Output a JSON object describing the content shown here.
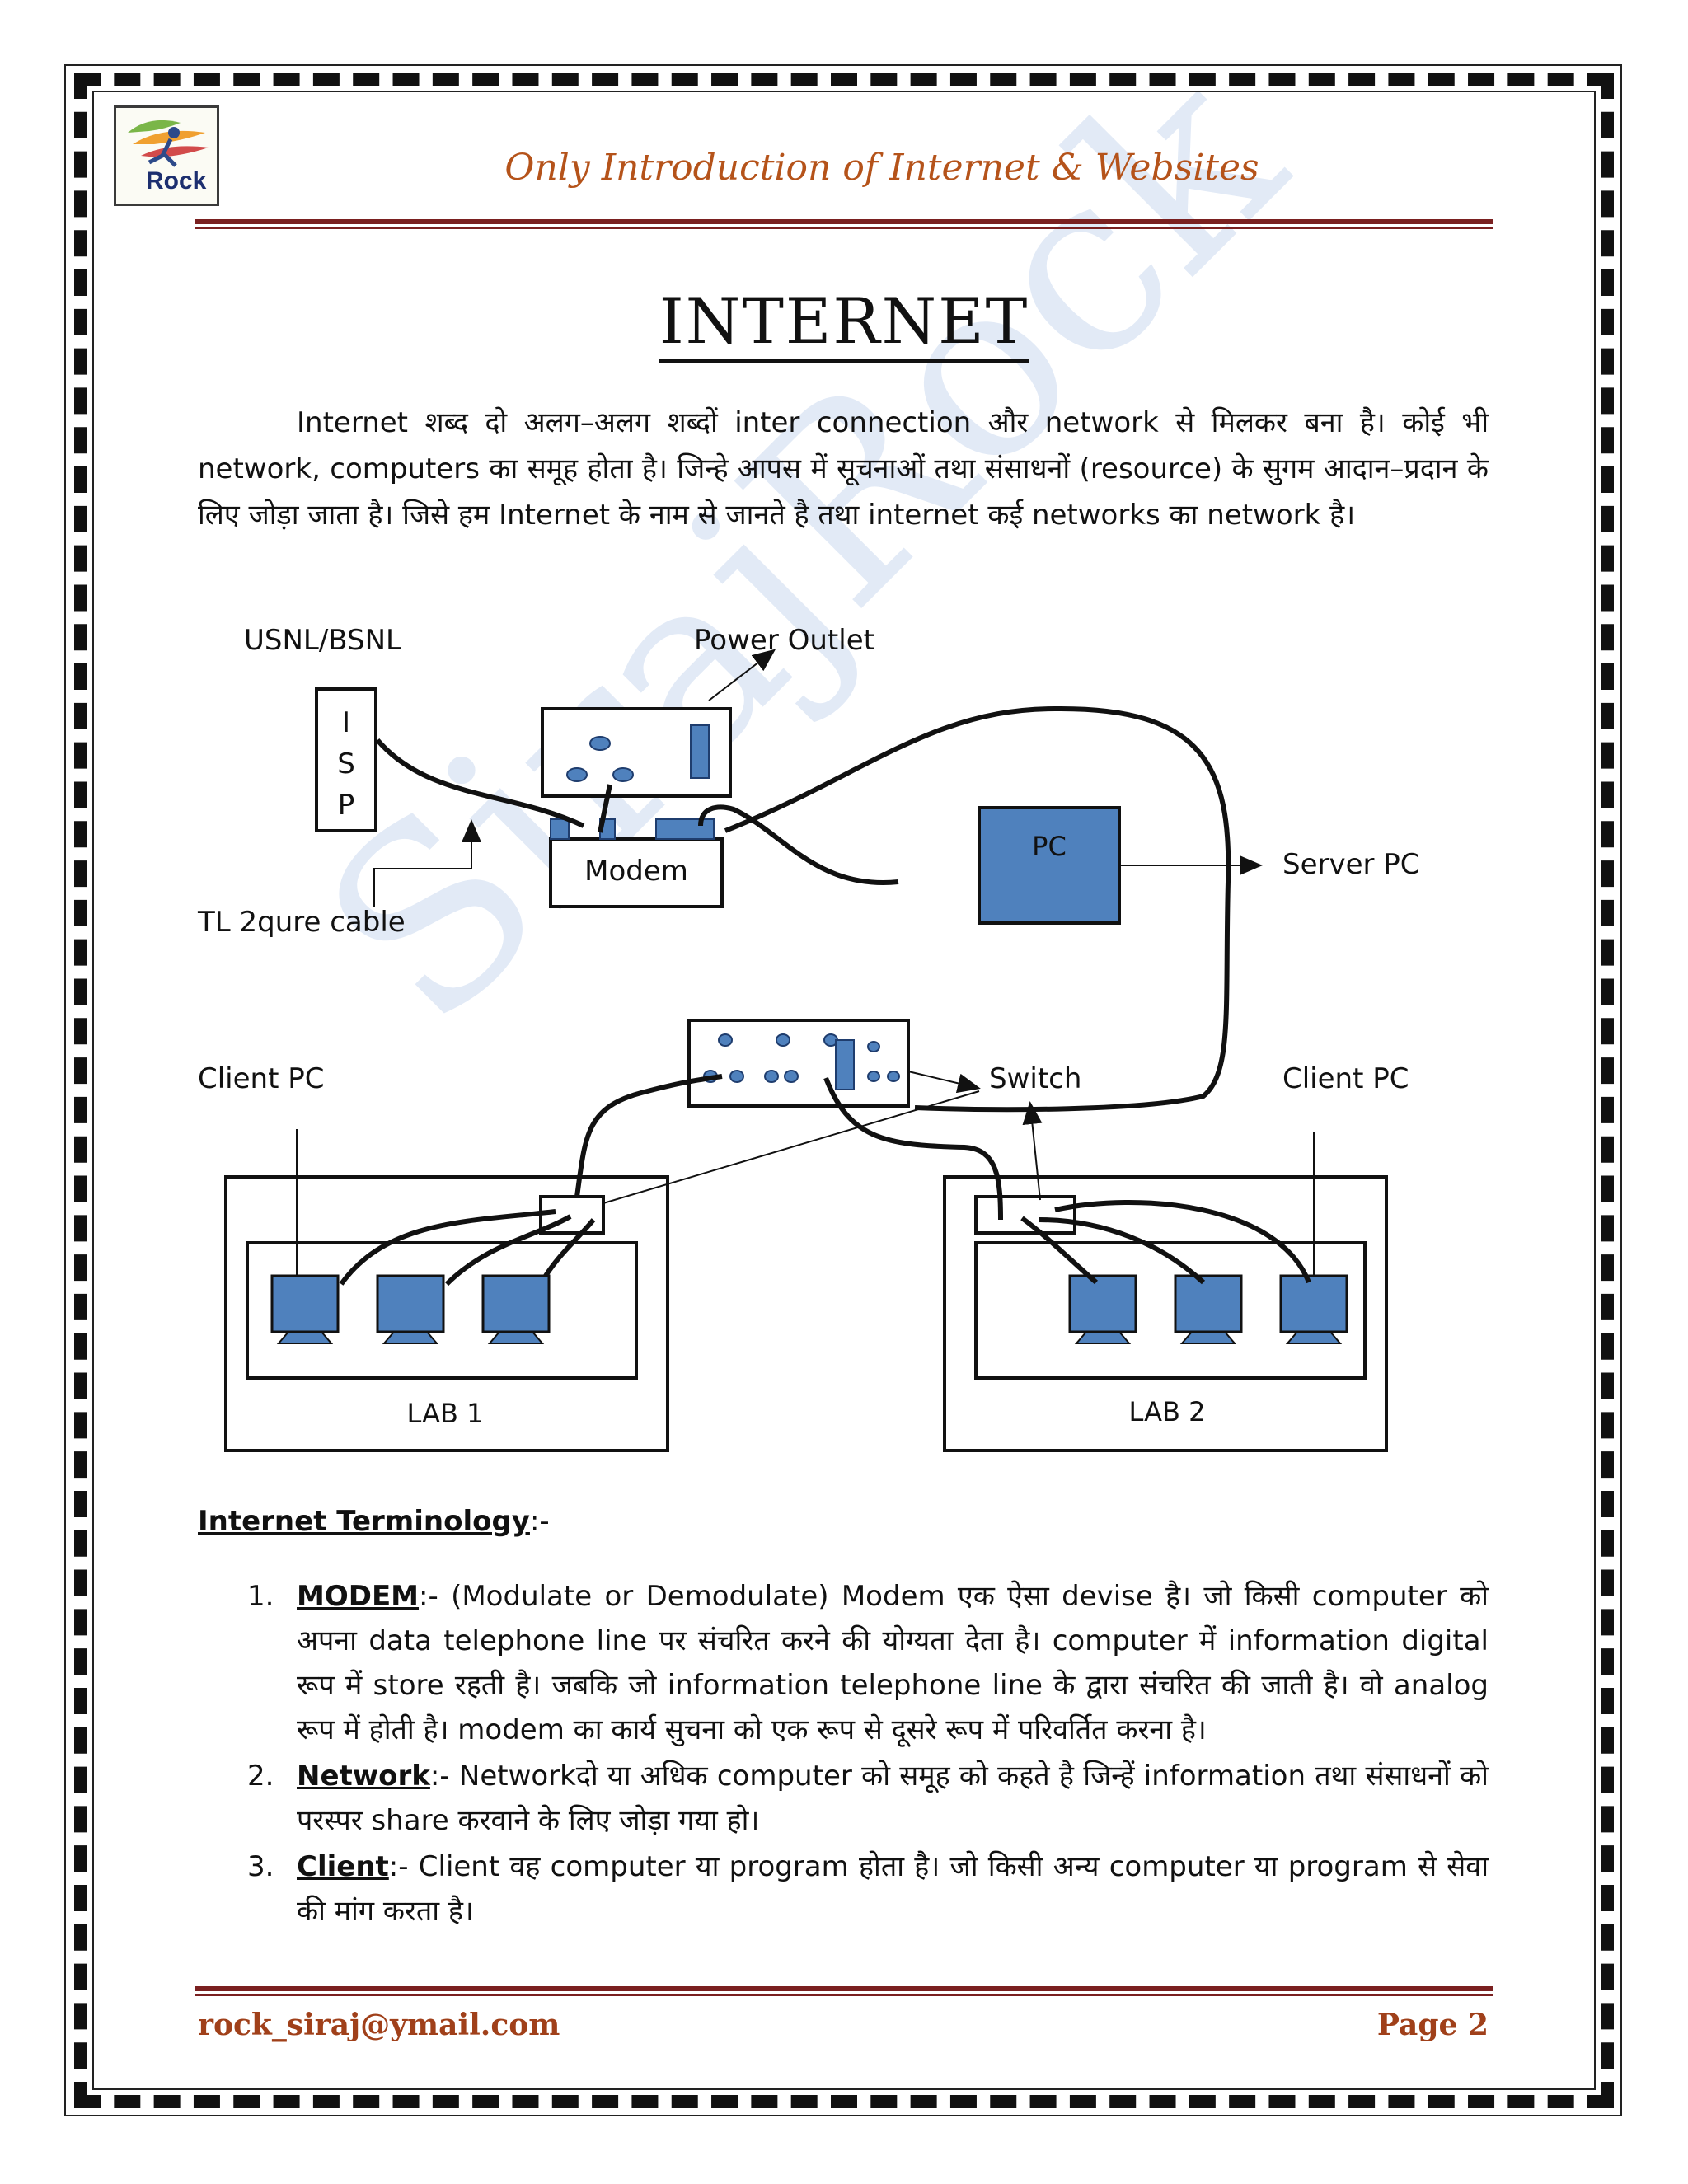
{
  "logo": {
    "text": "Rock"
  },
  "header": {
    "title": "Only Introduction of Internet & Websites"
  },
  "watermark": "SirajRock",
  "title": "INTERNET",
  "intro": "Internet शब्द दो अलग–अलग शब्दों inter connection और network से मिलकर बना है। कोई भी network, computers का समूह होता है। जिन्हे आपस में सूचनाओं तथा संसाधनों (resource) के सुगम आदान–प्रदान के लिए जोड़ा जाता है। जिसे हम Internet के नाम से जानते है तथा internet कई networks का network है।",
  "diagram": {
    "usnl_label": "USNL/BSNL",
    "power_label": "Power Outlet",
    "isp_letters": [
      "I",
      "S",
      "P"
    ],
    "modem_label": "Modem",
    "pc_label": "PC",
    "server_label": "Server PC",
    "cable_label": "TL 2qure cable",
    "client_left": "Client PC",
    "client_right": "Client PC",
    "switch_label": "Switch",
    "lab1": "LAB 1",
    "lab2": "LAB 2",
    "colors": {
      "device": "#4f81bd",
      "line": "#111111"
    }
  },
  "terms": {
    "heading": "Internet Terminology",
    "heading_suffix": ":-",
    "items": [
      {
        "num": "1.",
        "term": "MODEM",
        "text": ":- (Modulate or Demodulate) Modem एक ऐसा devise है। जो किसी computer को अपना data telephone line पर संचरित करने की योग्यता देता है। computer में information digital रूप में store रहती है। जबकि जो information telephone line के द्वारा संचरित की जाती है। वो analog रूप में होती है। modem का कार्य सुचना को एक रूप से दूसरे रूप में परिवर्तित करना है।"
      },
      {
        "num": "2.",
        "term": "Network",
        "text": ":- Networkदो या अधिक computer को समूह को कहते है जिन्हें information तथा संसाधनों को परस्पर share करवाने के लिए जोड़ा गया हो।"
      },
      {
        "num": "3.",
        "term": "Client",
        "text": ":- Client वह computer या program होता है। जो किसी अन्य computer या program से सेवा की मांग करता है।"
      }
    ]
  },
  "footer": {
    "email": "rock_siraj@ymail.com",
    "page": "Page 2"
  }
}
